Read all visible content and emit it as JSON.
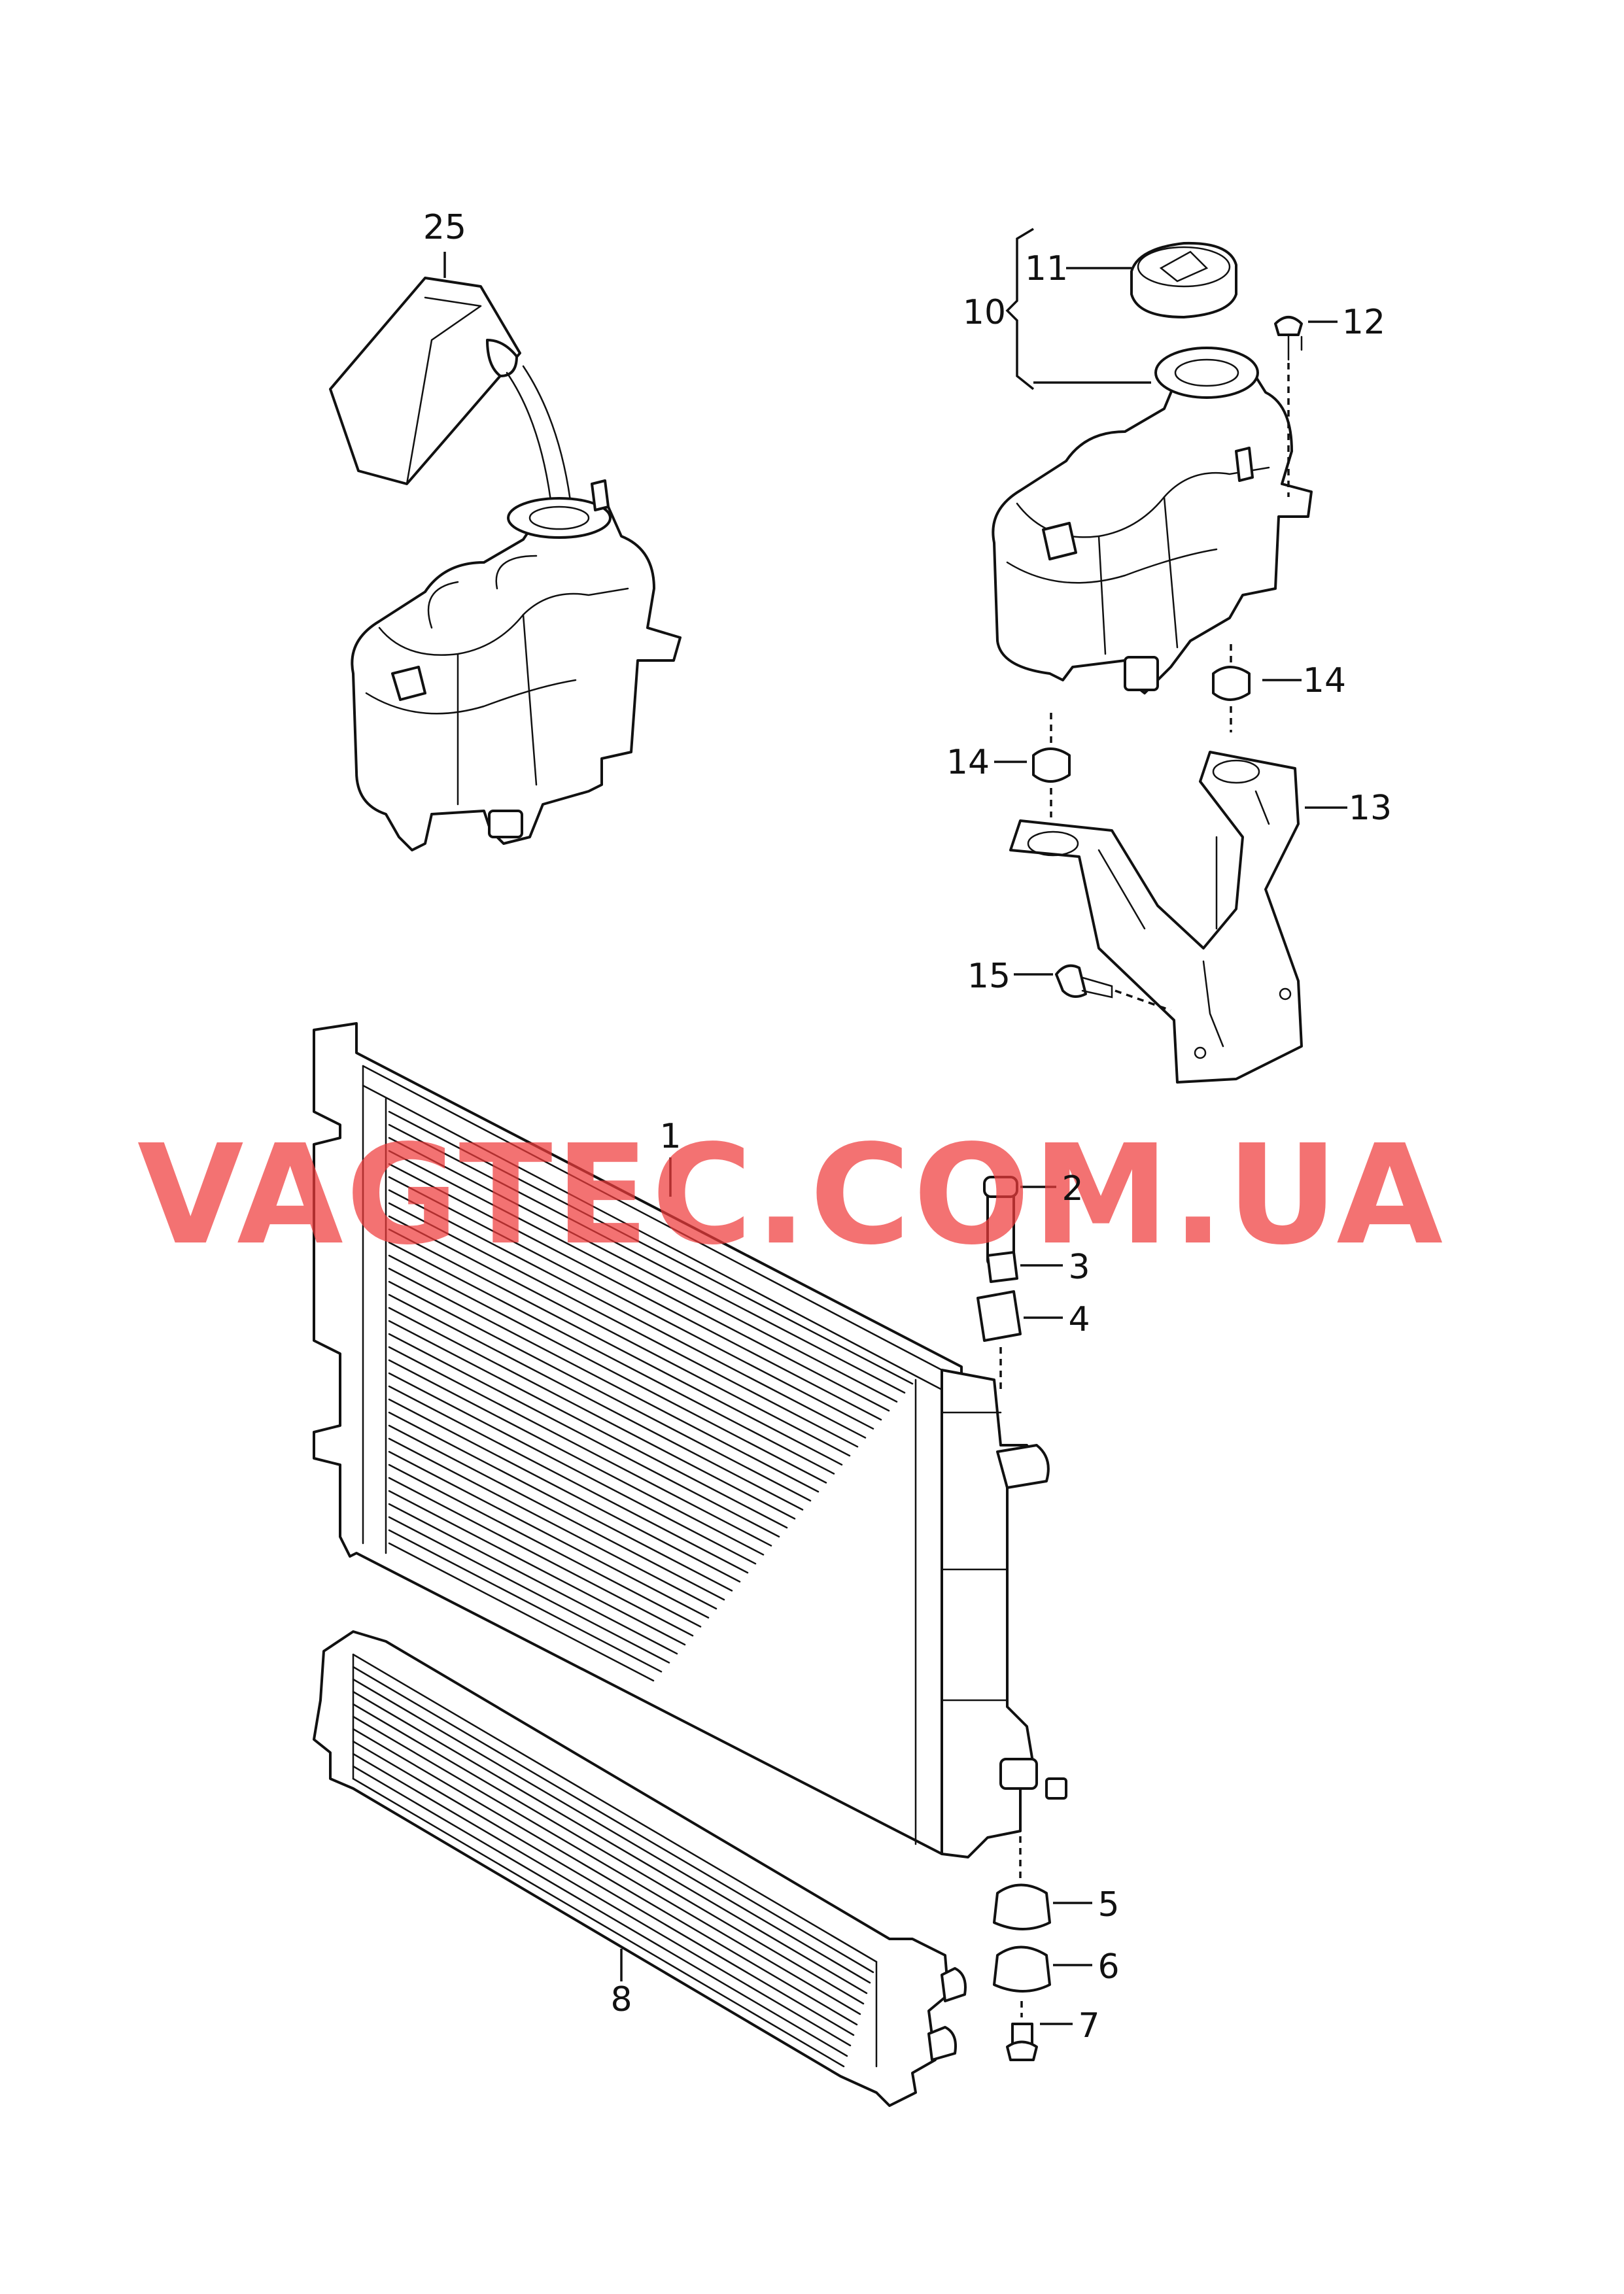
{
  "watermark": "VAGTEC.COM.UA",
  "colors": {
    "line": "#111111",
    "watermark": "#ee3b3b",
    "background": "#ffffff"
  },
  "callouts": {
    "c1": "1",
    "c2": "2",
    "c3": "3",
    "c4": "4",
    "c5": "5",
    "c6": "6",
    "c7": "7",
    "c8": "8",
    "c10": "10",
    "c11": "11",
    "c12": "12",
    "c13": "13",
    "c14a": "14",
    "c14b": "14",
    "c15": "15",
    "c25": "25"
  }
}
